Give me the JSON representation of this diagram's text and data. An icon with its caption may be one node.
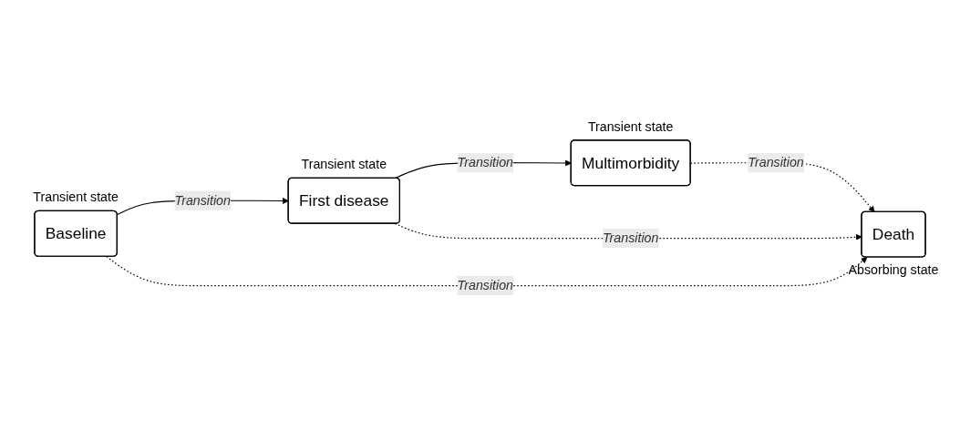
{
  "diagram": {
    "nodes": [
      {
        "text": [
          "Baseline"
        ],
        "beside": [
          "Transient state"
        ]
      },
      {
        "text": [
          "First disease"
        ],
        "beside": [
          "Transient state"
        ]
      },
      {
        "text": [
          "Multimorbidity"
        ],
        "beside": [
          "Transient state"
        ]
      },
      {
        "text": [
          "Death"
        ],
        "beside": [
          "Absorbing state"
        ]
      }
    ],
    "edges": [
      {
        "from": 0,
        "to": 1,
        "arrow": "to",
        "label": "Transition"
      },
      {
        "from": 1,
        "to": 2,
        "arrow": "to",
        "label": "Transition"
      },
      {
        "from": 1,
        "to": 3,
        "arrow": "to",
        "label": "Transition",
        "style": "dashed"
      },
      {
        "from": 0,
        "to": 3,
        "arrow": "to",
        "label": "Transition",
        "style": "dashed"
      },
      {
        "from": 2,
        "to": 3,
        "arrow": "to",
        "label": "Transition",
        "style": "dashed"
      }
    ]
  }
}
